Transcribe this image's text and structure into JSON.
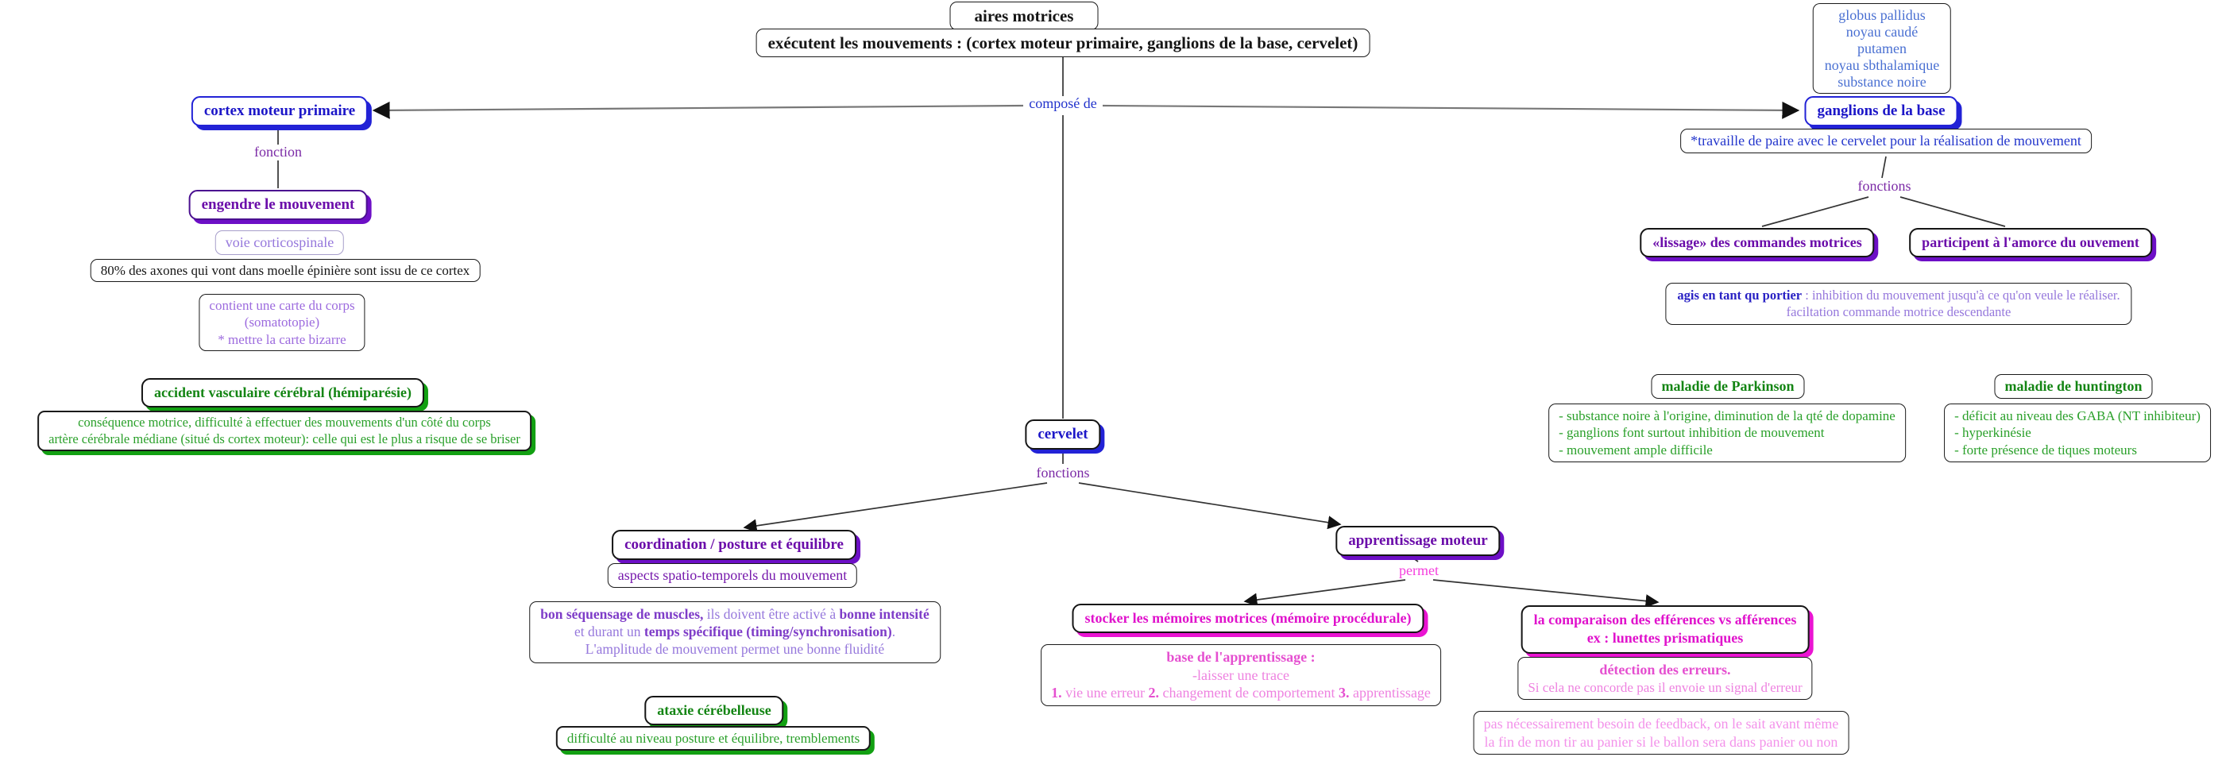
{
  "labels": {
    "compose_de": "composé de",
    "fonction": "fonction",
    "fonctions_ganglions": "fonctions",
    "fonctions_cervelet": "fonctions",
    "permet": "permet"
  },
  "nodes": {
    "title": "aires motrices",
    "subtitle": "exécutent les mouvements : (cortex moteur primaire, ganglions de la base, cervelet)",
    "basal_structures": {
      "lines": [
        "globus pallidus",
        "noyau caudé",
        "putamen",
        "noyau sbthalamique",
        "substance noire"
      ]
    },
    "cortex": "cortex moteur primaire",
    "engendre": "engendre le mouvement",
    "voie": "voie corticospinale",
    "axones": "80% des axones qui vont dans moelle épinière sont issu de ce cortex",
    "carte": {
      "lines": [
        "contient une carte du corps",
        "(somatotopie)",
        "* mettre la carte bizarre"
      ]
    },
    "avc_title": "accident vasculaire cérébral (hémiparésie)",
    "avc_detail": {
      "lines": [
        "conséquence motrice, difficulté à effectuer des mouvements d'un côté du corps",
        "artère cérébrale médiane (situé ds cortex moteur): celle qui est le plus a risque de se briser"
      ]
    },
    "ganglions": "ganglions de la base",
    "travaille": "*travaille de paire avec le cervelet pour la réalisation de mouvement",
    "lissage": "«lissage» des commandes motrices",
    "participent": "participent à l'amorce du ouvement",
    "portier": {
      "bold": "agis en tant qu portier",
      "rest": " : inhibition du mouvement jusqu'à ce qu'on veule le réaliser.",
      "line2": "faciltation commande motrice descendante"
    },
    "parkinson_title": "maladie de Parkinson",
    "parkinson_detail": {
      "lines": [
        "- substance noire à l'origine, diminution de la qté de dopamine",
        "- ganglions font surtout inhibition de mouvement",
        "- mouvement ample difficile"
      ]
    },
    "huntington_title": "maladie de huntington",
    "huntington_detail": {
      "lines": [
        "- déficit au niveau des GABA (NT inhibiteur)",
        "- hyperkinésie",
        "- forte présence de tiques moteurs"
      ]
    },
    "cervelet": "cervelet",
    "coordination": "coordination / posture et équilibre",
    "aspects": "aspects spatio-temporels du mouvement",
    "sequencage": {
      "l1b1": "bon séquensage de muscles,",
      "l1n1": " ils doivent être activé à ",
      "l1b2": "bonne intensité",
      "l2n1": "et durant un ",
      "l2b1": "temps spécifique (timing/synchronisation)",
      "l2n2": ".",
      "l3": "L'amplitude de mouvement permet une bonne fluidité"
    },
    "ataxie": "ataxie cérébelleuse",
    "difficulte": "difficulté au niveau posture et équilibre, tremblements",
    "apprentissage": "apprentissage moteur",
    "stocker": "stocker les mémoires motrices (mémoire procédurale)",
    "base": {
      "title": "base de l'apprentissage :",
      "line2": "-laisser une trace",
      "n1": "1.",
      "t1": " vie une erreur  ",
      "n2": "2.",
      "t2": " changement de comportement  ",
      "n3": "3.",
      "t3": " apprentissage"
    },
    "comparaison": {
      "lines": [
        "la comparaison des efférences vs afférences",
        "ex : lunettes prismatiques"
      ]
    },
    "detection": {
      "title": "détection des erreurs.",
      "line2": "Si cela ne concorde pas il envoie un signal d'erreur"
    },
    "feedback": {
      "lines": [
        "pas nécessairement besoin de feedback, on le sait avant même",
        "la fin de mon tir au panier si le ballon sera dans panier ou non"
      ]
    }
  },
  "colors": {
    "blue_branch": "#2222d6",
    "purple_branch": "#6d0fc6",
    "green_branch": "#12a012",
    "magenta_branch": "#ea14d2"
  }
}
